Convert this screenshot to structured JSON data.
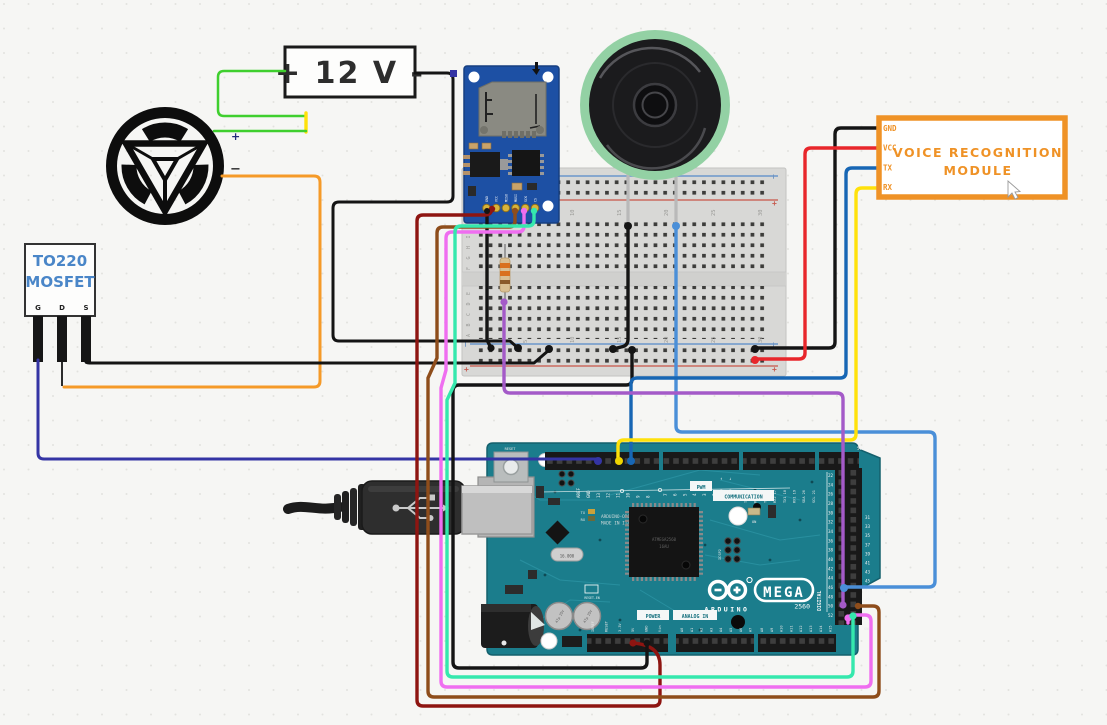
{
  "power_supply": {
    "label": "+ 12 V -"
  },
  "arc_reactor": {
    "plus_label": "+",
    "minus_label": "−"
  },
  "mosfet": {
    "title_line1": "TO220",
    "title_line2": "MOSFET",
    "pin_labels": [
      "G",
      "D",
      "S"
    ]
  },
  "sd_module": {
    "pin_labels": [
      "GND",
      "VCC",
      "MISO",
      "MOSI",
      "SCK",
      "CS"
    ]
  },
  "voice_module": {
    "title_line1": "VOICE RECOGNITION",
    "title_line2": "MODULE",
    "pin_labels": [
      "GND",
      "VCC",
      "TX",
      "RX"
    ]
  },
  "breadboard": {
    "column_numbers": [
      "1",
      "5",
      "10",
      "15",
      "20",
      "25",
      "30"
    ],
    "row_letters_top": [
      "J",
      "I",
      "H",
      "G",
      "F"
    ],
    "row_letters_bottom": [
      "E",
      "D",
      "C",
      "B",
      "A"
    ],
    "plus_label": "+",
    "minus_label": "−"
  },
  "arduino": {
    "reset_label": "RESET",
    "top_pin_labels": [
      "AREF",
      "GND",
      "13",
      "12",
      "11",
      "10",
      "9",
      "8"
    ],
    "top_pin_labels_2": [
      "7",
      "6",
      "5",
      "4",
      "3",
      "2"
    ],
    "tx0_label": "TX0",
    "rx0_label": "RX0",
    "tx_arrow": "↑",
    "rx_arrow": "↓",
    "comm_pin_labels": [
      "TX3 14",
      "RX3 15",
      "TX2 16",
      "RX2 17",
      "TX1 18",
      "RX1 19",
      "SDA 20",
      "SCL 21"
    ],
    "v5_label": "5V1",
    "pwm_label": "PWM",
    "communication_label": "COMMUNICATION",
    "brand_line1": "ARDUINO-ORG",
    "brand_line2": "MADE IN ITALY",
    "tx_led_label": "TX",
    "rx_led_label": "RX",
    "chip_line1": "ATMEGA2560",
    "chip_line2": "16AU",
    "crystal_label": "16.000",
    "icsp_label": "ICSP2",
    "on_label": "ON",
    "reset_en_label": "RESET-EN",
    "mega_label": "MEGA",
    "mega_number": "2560",
    "arduino_label": "ARDUINO",
    "digital_label": "DIGITAL",
    "digital_left_labels": [
      "22",
      "24",
      "26",
      "28",
      "30",
      "32",
      "34",
      "36",
      "38",
      "40",
      "42",
      "44",
      "46",
      "48",
      "50",
      "52"
    ],
    "digital_right_labels": [
      "31",
      "33",
      "35",
      "37",
      "39",
      "41",
      "43",
      "45",
      "47",
      "49",
      "51",
      "53"
    ],
    "digital_gnd_label": "GND",
    "power_label": "POWER",
    "analog_label": "ANALOG IN",
    "power_pin_labels": [
      "IOREF",
      "RESET",
      "3.3V",
      "5V",
      "GND",
      "Vin"
    ],
    "analog_pin_labels_1": [
      "A0",
      "A1",
      "A2",
      "A3",
      "A4",
      "A5",
      "A6",
      "A7"
    ],
    "analog_pin_labels_2": [
      "A8",
      "A9",
      "A10",
      "A11",
      "A12",
      "A13",
      "A14",
      "A15"
    ],
    "cap_label": "47µ 25V"
  },
  "colors": {
    "wire_green": "#3fcf2e",
    "wire_yellow": "#ffe10a",
    "wire_orange": "#f59a28",
    "wire_navy": "#3434a4",
    "wire_black": "#141414",
    "wire_dark_red": "#8e1511",
    "wire_brown": "#8e4d1b",
    "wire_pink": "#ef6ef0",
    "wire_cyan": "#35e8ad",
    "wire_purple": "#a45ac8",
    "wire_blue": "#4a8fd8",
    "wire_dark_blue": "#1766b4",
    "wire_red": "#e8262b",
    "wire_gray_lead": "#b9b9b9",
    "module_orange": "#ef9226",
    "board_teal": "#1b7d8c",
    "sd_blue": "#1d50a4",
    "speaker_ring": "#93d1a4",
    "breadboard": "#d8d8d6",
    "background": "#f6f6f4"
  }
}
